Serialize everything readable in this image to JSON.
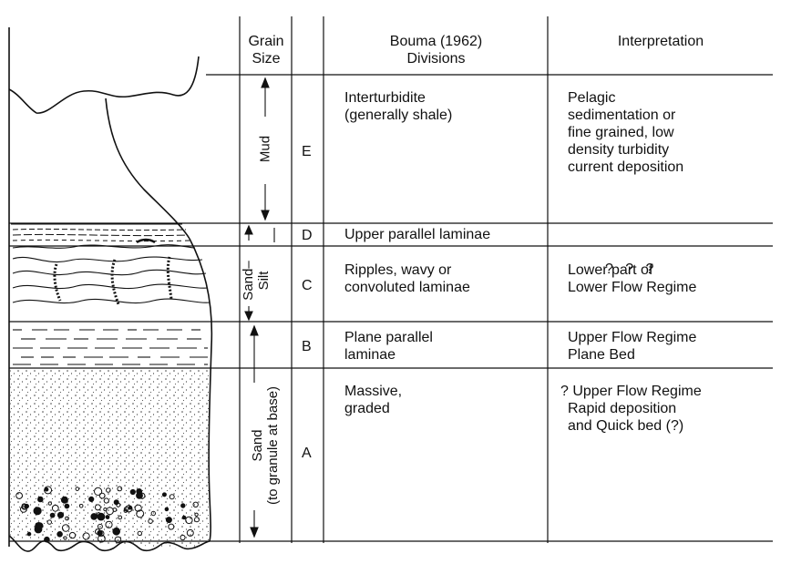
{
  "headers": {
    "grain_size": [
      "Grain",
      "Size"
    ],
    "divisions": [
      "Bouma (1962)",
      "Divisions"
    ],
    "interpretation": "Interpretation"
  },
  "grain_size_labels": {
    "mud": "Mud",
    "sand_silt": [
      "Sand–",
      "Silt"
    ],
    "sand": [
      "Sand",
      "(to granule at base)"
    ]
  },
  "rows": [
    {
      "letter": "E",
      "division": [
        "Interturbidite",
        "(generally shale)"
      ],
      "interpretation": [
        "Pelagic",
        "sedimentation or",
        "fine grained, low",
        "density turbidity",
        "current deposition"
      ]
    },
    {
      "letter": "D",
      "division": [
        "Upper parallel laminae"
      ],
      "interpretation": [
        "?   ?   ?"
      ]
    },
    {
      "letter": "C",
      "division": [
        "Ripples, wavy or",
        "convoluted laminae"
      ],
      "interpretation": [
        "Lower part of",
        "Lower Flow Regime"
      ]
    },
    {
      "letter": "B",
      "division": [
        "Plane parallel",
        "laminae"
      ],
      "interpretation": [
        "Upper Flow Regime",
        "Plane Bed"
      ]
    },
    {
      "letter": "A",
      "division": [
        "Massive,",
        "graded"
      ],
      "interpretation": [
        "? Upper Flow Regime",
        "Rapid deposition",
        "and Quick bed (?)"
      ]
    }
  ]
}
